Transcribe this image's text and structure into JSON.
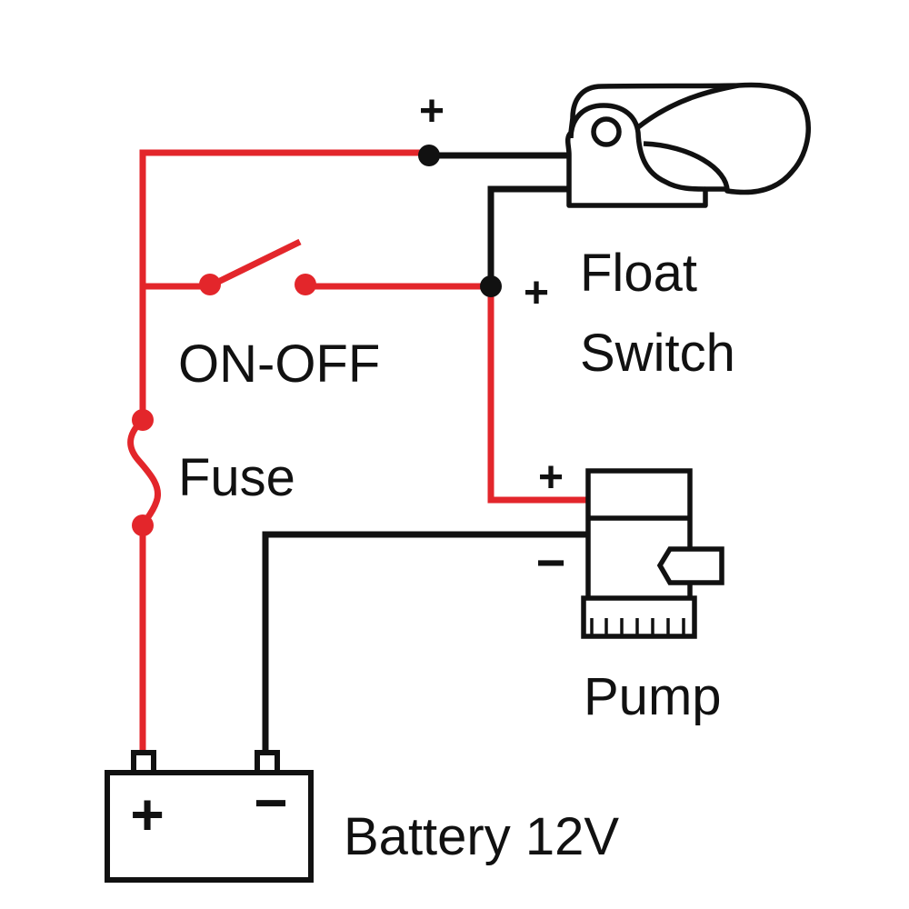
{
  "title": "Bilge pump wiring diagram",
  "colors": {
    "positive_wire": "#e3262b",
    "negative_wire": "#111111",
    "outline": "#111111",
    "background": "#ffffff"
  },
  "components": {
    "float_switch": {
      "label_line1": "Float",
      "label_line2": "Switch",
      "top_terminal_sign": "+",
      "side_terminal_sign": "+"
    },
    "on_off_switch": {
      "label": "ON-OFF",
      "state": "open"
    },
    "fuse": {
      "label": "Fuse"
    },
    "pump": {
      "label": "Pump",
      "positive_sign": "+",
      "negative_sign": "−"
    },
    "battery": {
      "label": "Battery 12V",
      "positive_sign": "+",
      "negative_sign": "−"
    }
  },
  "connections": [
    {
      "from": "battery +",
      "to": "fuse",
      "wire": "positive"
    },
    {
      "from": "fuse",
      "to": "float switch +",
      "wire": "positive"
    },
    {
      "from": "fuse",
      "to": "ON-OFF switch",
      "wire": "positive"
    },
    {
      "from": "ON-OFF switch",
      "to": "pump +",
      "wire": "positive"
    },
    {
      "from": "float switch",
      "to": "pump + junction",
      "wire": "negative"
    },
    {
      "from": "pump −",
      "to": "battery −",
      "wire": "negative"
    }
  ]
}
